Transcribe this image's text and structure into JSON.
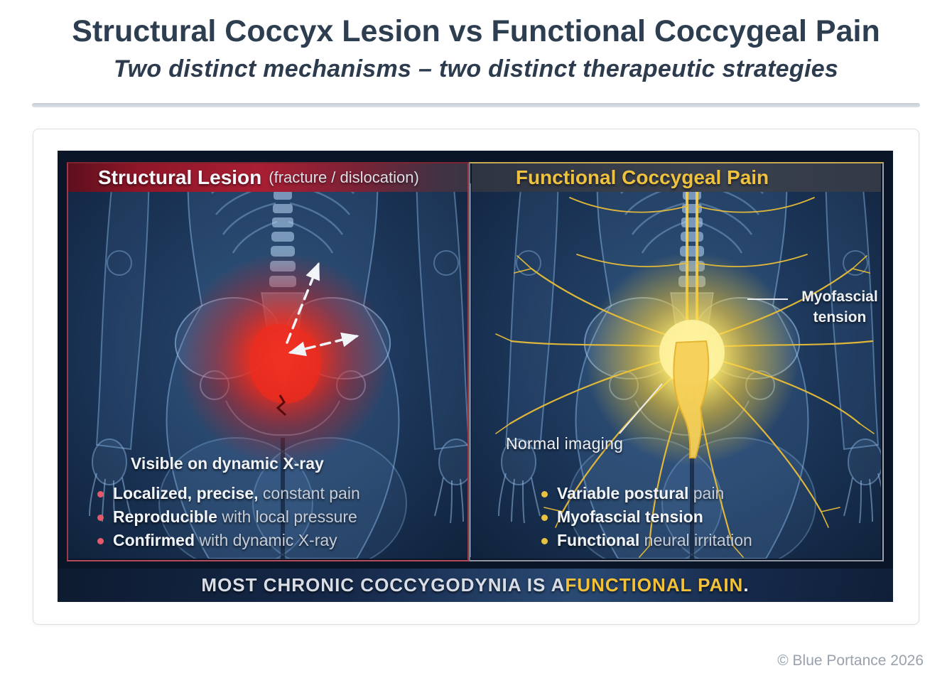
{
  "page": {
    "title": "Structural Coccyx Lesion vs Functional Coccygeal Pain",
    "subtitle": "Two distinct mechanisms – two distinct therapeutic strategies",
    "footer_copyright": "© Blue Portance 2026"
  },
  "figure": {
    "left_panel": {
      "header_title": "Structural Lesion",
      "header_suffix": "(fracture / dislocation)",
      "xray_label": "Visible on dynamic X-ray",
      "bullets": [
        {
          "bold": "Localized, precise,",
          "rest": " constant pain"
        },
        {
          "bold": "Reproducible",
          "rest": " with local pressure"
        },
        {
          "bold": "Confirmed",
          "rest": " with dynamic X-ray"
        }
      ]
    },
    "right_panel": {
      "header_title": "Functional Coccygeal Pain",
      "label_myofascial_line1": "Myofascial",
      "label_myofascial_line2": "tension",
      "label_normal_imaging": "Normal imaging",
      "bullets": [
        {
          "bold": "Variable postural",
          "rest": " pain"
        },
        {
          "bold": "Myofascial tension",
          "rest": ""
        },
        {
          "bold": "Functional",
          "rest": " neural irritation"
        }
      ]
    },
    "banner": {
      "prefix": "MOST CHRONIC COCCYGODYNIA IS A ",
      "highlight": "FUNCTIONAL PAIN",
      "period": "."
    }
  },
  "colors": {
    "title_text": "#2d3e50",
    "structural_header_red": "#a91e33",
    "functional_gold": "#eec23f",
    "left_bullet_dot": "#e55a68",
    "right_bullet_dot": "#e9c33f",
    "pain_glow_red": "#ee2417",
    "nerve_yellow": "#e9bd37",
    "figure_navy": "#16294a"
  }
}
